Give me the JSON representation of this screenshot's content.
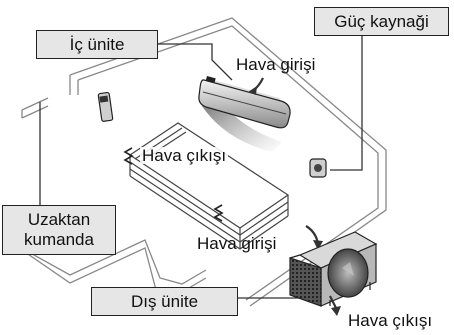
{
  "diagram": {
    "boxes": {
      "indoor_unit": "İç ünite",
      "power_supply": "Güç kaynaği",
      "remote_line1": "Uzaktan",
      "remote_line2": "kumanda",
      "outdoor_unit": "Dış ünite"
    },
    "labels": {
      "indoor_air_inlet": "Hava girişi",
      "indoor_air_outlet": "Hava çıkışı",
      "outdoor_air_inlet": "Hava girişi",
      "outdoor_air_outlet": "Hava çıkışı"
    }
  }
}
